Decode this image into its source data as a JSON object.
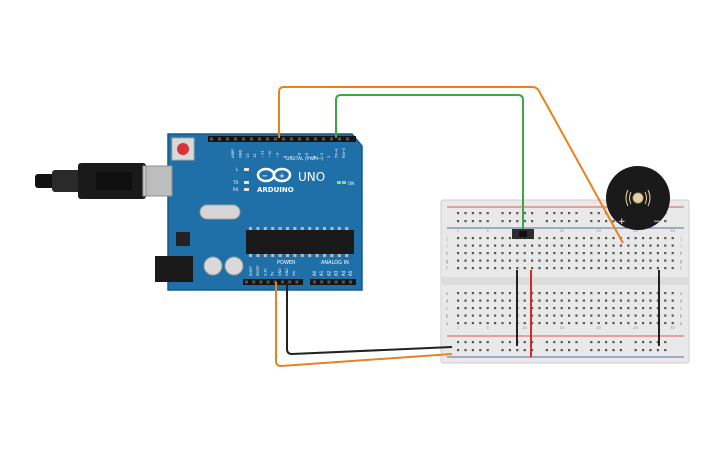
{
  "arduino": {
    "brand": "ARDUINO",
    "model": "UNO",
    "digital_label": "DIGITAL (PWM~)",
    "power_label": "POWER",
    "analog_label": "ANALOG IN",
    "on_label": "ON",
    "led_l": "L",
    "led_tx": "TX",
    "led_rx": "RX",
    "top_header_pins": [
      "AREF",
      "GND",
      "13",
      "12",
      "~11",
      "~10",
      "~9",
      "8",
      "7",
      "~6",
      "~5",
      "4",
      "~3",
      "2",
      "TX→1",
      "RX←0"
    ],
    "power_pins": [
      "IOREF",
      "RESET",
      "3.3V",
      "5V",
      "GND",
      "GND",
      "Vin"
    ],
    "analog_pins": [
      "A0",
      "A1",
      "A2",
      "A3",
      "A4",
      "A5"
    ]
  },
  "breadboard": {
    "row_letters_top": [
      "j",
      "i",
      "h",
      "g",
      "f"
    ],
    "row_letters_bottom": [
      "e",
      "d",
      "c",
      "b",
      "a"
    ],
    "column_numbers": [
      "1",
      "5",
      "10",
      "15",
      "20",
      "25",
      "30"
    ]
  },
  "buzzer": {
    "plus": "+",
    "minus": "−"
  },
  "colors": {
    "board": "#1f6fa8",
    "wire_orange": "#e8821e",
    "wire_green": "#3aa844",
    "wire_black": "#222222",
    "wire_red": "#d62828"
  }
}
